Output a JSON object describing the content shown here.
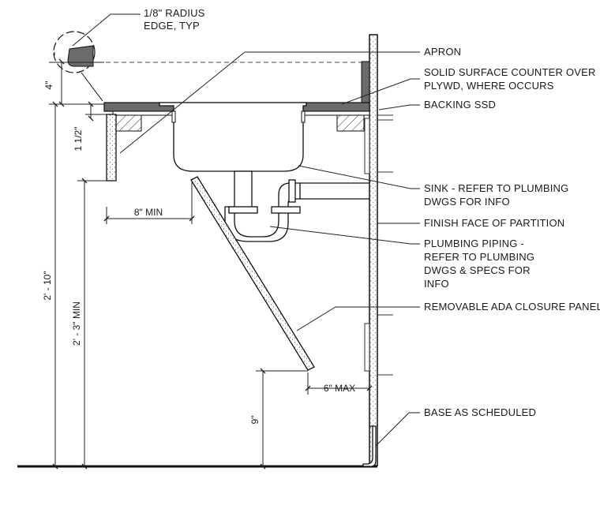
{
  "notes": {
    "radius": [
      "1/8\" RADIUS",
      "EDGE, TYP"
    ],
    "apron": "APRON",
    "counter": [
      "SOLID SURFACE COUNTER OVER",
      "PLYWD, WHERE OCCURS"
    ],
    "backing": "BACKING SSD",
    "sink": [
      "SINK - REFER TO PLUMBING",
      "DWGS FOR INFO"
    ],
    "finish_face": "FINISH FACE OF PARTITION",
    "piping": [
      "PLUMBING PIPING -",
      "REFER TO PLUMBING",
      "DWGS & SPECS FOR",
      "INFO"
    ],
    "closure": "REMOVABLE ADA CLOSURE PANEL",
    "base": "BASE AS SCHEDULED"
  },
  "dimensions": {
    "four_in": "4\"",
    "one_half": "1 1/2\"",
    "overall": "2' - 10\"",
    "knee_min": "2' - 3\" MIN",
    "eight_min": "8\" MIN",
    "six_max": "6\" MAX",
    "nine_in": "9\""
  }
}
